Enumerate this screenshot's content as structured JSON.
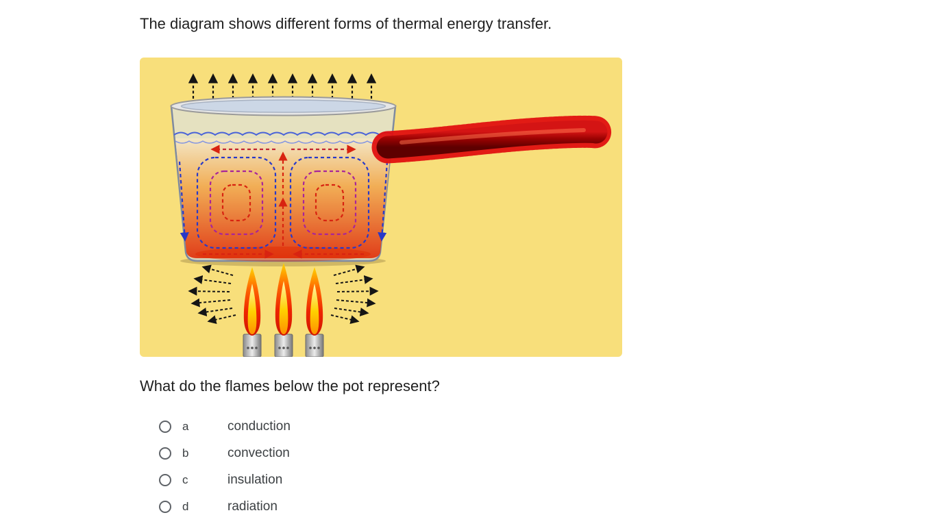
{
  "page": {
    "background_color": "#ffffff",
    "text_color": "#202124"
  },
  "question": {
    "intro": "The diagram shows different forms of thermal energy transfer.",
    "prompt": "What do the flames below the pot represent?",
    "options": [
      {
        "letter": "a",
        "label": "conduction",
        "selected": false
      },
      {
        "letter": "b",
        "label": "convection",
        "selected": false
      },
      {
        "letter": "c",
        "label": "insulation",
        "selected": false
      },
      {
        "letter": "d",
        "label": "radiation",
        "selected": false
      }
    ]
  },
  "diagram": {
    "name": "thermal-energy-transfer-pot-on-burner",
    "background_color": "#F8DF7B",
    "depicts": [
      "dashed steam arrows rising above pot",
      "convection current loops in heated water",
      "pot handle outlined with red dotted line",
      "three gas burner flames",
      "dashed radiation arrows fanning out beside flames"
    ],
    "colors": {
      "hot_liquid": "#e03510",
      "convection_red": "#d82310",
      "convection_blue": "#2839c8",
      "handle_red": "#8b0000",
      "flame_yellow": "#ffd000"
    }
  }
}
